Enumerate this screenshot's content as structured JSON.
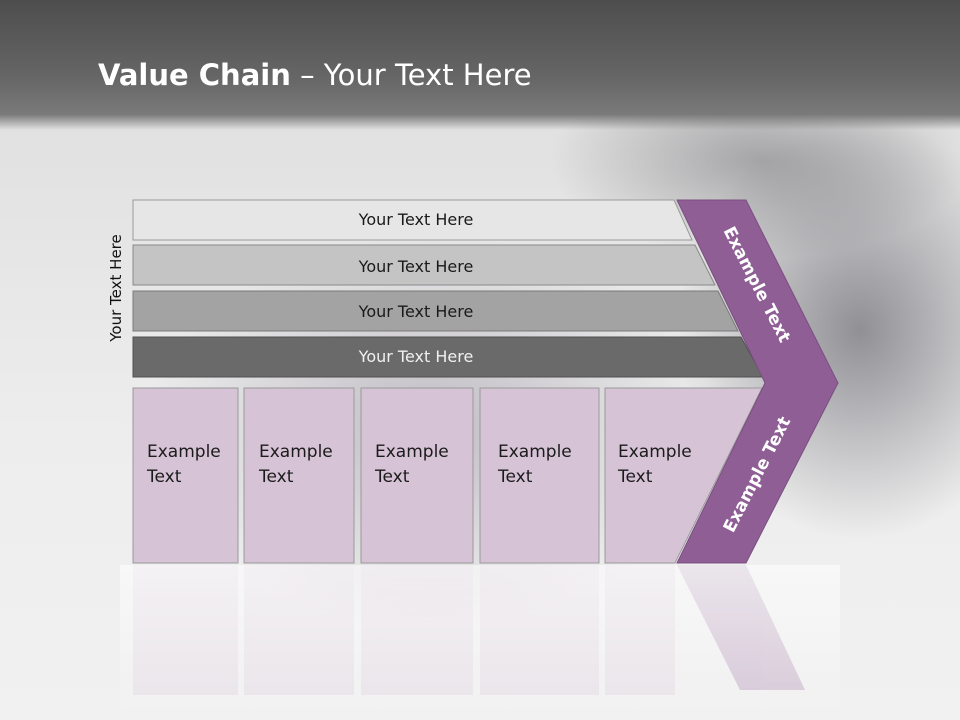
{
  "slide": {
    "title_bold": "Value Chain",
    "title_rest": " – Your Text Here",
    "side_label": "Your Text Here"
  },
  "bars": [
    {
      "label": "Your Text Here",
      "color": "#e6e6e6"
    },
    {
      "label": "Your Text Here",
      "color": "#c4c4c4"
    },
    {
      "label": "Your Text Here",
      "color": "#a3a3a3"
    },
    {
      "label": "Your Text Here",
      "color": "#6a6a6a"
    }
  ],
  "boxes": [
    {
      "line1": "Example",
      "line2": "Text"
    },
    {
      "line1": "Example",
      "line2": "Text"
    },
    {
      "line1": "Example",
      "line2": "Text"
    },
    {
      "line1": "Example",
      "line2": "Text"
    },
    {
      "line1": "Example",
      "line2": "Text"
    }
  ],
  "chevron": {
    "upper_text": "Example Text",
    "lower_text": "Example Text",
    "color": "#8e5e95"
  },
  "colors": {
    "box_fill": "#d6c3d6",
    "header": "#5a5a5a"
  }
}
